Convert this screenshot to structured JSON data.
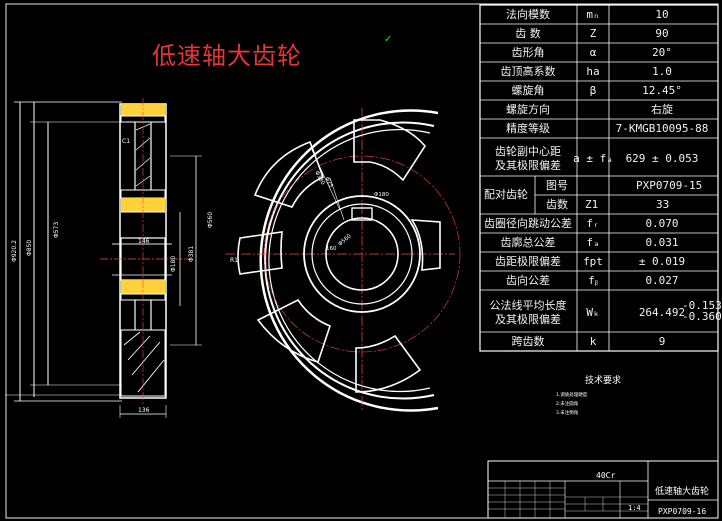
{
  "drawing_title": "低速轴大齿轮",
  "green_mark": "✓",
  "params": [
    {
      "label": "法向模数",
      "symbol": "mₙ",
      "value": "10"
    },
    {
      "label": "齿 数",
      "symbol": "Z",
      "value": "90"
    },
    {
      "label": "齿形角",
      "symbol": "α",
      "value": "20°"
    },
    {
      "label": "齿顶高系数",
      "symbol": "ha",
      "value": "1.0"
    },
    {
      "label": "螺旋角",
      "symbol": "β",
      "value": "12.45°"
    },
    {
      "label": "螺旋方向",
      "symbol": "",
      "value": "右旋"
    },
    {
      "label": "精度等级",
      "symbol": "",
      "value": "7-KMGB10095-88"
    },
    {
      "label": "齿轮副中心距及其极限偏差",
      "symbol": "a ± fₐ",
      "value": "629 ± 0.053"
    },
    {
      "label": "齿圈径向跳动公差",
      "symbol": "fᵣ",
      "value": "0.070"
    },
    {
      "label": "齿廓总公差",
      "symbol": "fₐ",
      "value": "0.031"
    },
    {
      "label": "齿距极限偏差",
      "symbol": "fpt",
      "value": "± 0.019"
    },
    {
      "label": "齿向公差",
      "symbol": "fᵦ",
      "value": "0.027"
    },
    {
      "label": "公法线平均长度及其极限偏差",
      "symbol": "Wₖ",
      "value": "264.492"
    },
    {
      "label": "跨齿数",
      "symbol": "k",
      "value": "9"
    }
  ],
  "mating_gear": {
    "label": "配对齿轮",
    "drawing_no_label": "图号",
    "drawing_no": "PXP0709-15",
    "teeth_label": "齿数",
    "teeth_symbol": "Z1",
    "teeth": "33"
  },
  "wk_tolerance": {
    "upper": "-0.153",
    "lower": "-0.360"
  },
  "tech_requirements": {
    "title": "技术要求",
    "items": [
      "1.调质处理硬度",
      "2.未注圆角",
      "3.未注倒角"
    ]
  },
  "title_block": {
    "material": "40Cr",
    "part_name": "低速轴大齿轮",
    "drawing_no": "PXP0709-16",
    "scale": "1:4"
  },
  "dims": {
    "side_width": "136",
    "hub_len": "146",
    "d_outer": "Φ920.2",
    "d_root": "Φ850",
    "d_rim": "Φ573",
    "d_hub_o": "Φ381",
    "d_bore": "Φ180",
    "d_holes": "Φ25",
    "d_web": "Φ560",
    "d_bolt": "Φ380",
    "keyway": "160",
    "chamfer": "C1",
    "face": "R1"
  }
}
